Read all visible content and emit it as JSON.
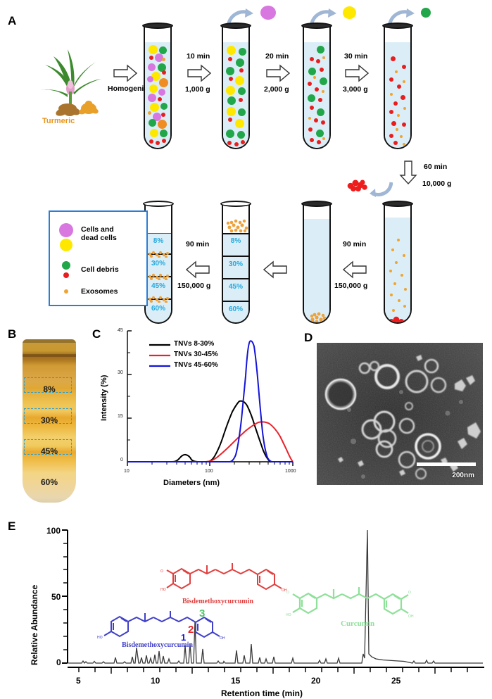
{
  "figure": {
    "panels": [
      "A",
      "B",
      "C",
      "D",
      "E"
    ]
  },
  "panelA": {
    "letter": "A",
    "source_label": "Turmeric",
    "steps": [
      {
        "action": "Homogenize"
      },
      {
        "time": "10 min",
        "force": "1,000 g"
      },
      {
        "time": "20 min",
        "force": "2,000 g"
      },
      {
        "time": "30 min",
        "force": "3,000 g"
      },
      {
        "time": "60 min",
        "force": "10,000 g"
      },
      {
        "time": "90 min",
        "force": "150,000 g"
      },
      {
        "time": "90 min",
        "force": "150,000 g"
      }
    ],
    "gradient_labels": [
      "8%",
      "30%",
      "45%",
      "60%"
    ],
    "legend": {
      "items": [
        {
          "label": "Cells and\ndead cells",
          "line1": "Cells and",
          "line2": "dead cells",
          "colors": [
            "#d977e0",
            "#ffe800"
          ]
        },
        {
          "label": "Cell debris",
          "line1": "Cell debris",
          "line2": "",
          "colors": [
            "#22a64a",
            "#e81d1d"
          ]
        },
        {
          "label": "Exosomes",
          "line1": "Exosomes",
          "line2": "",
          "colors": [
            "#f0a430"
          ]
        }
      ]
    },
    "colors": {
      "cells": "#d977e0",
      "dead_cells": "#ffe800",
      "debris_large": "#22a64a",
      "debris_small": "#e81d1d",
      "exosome": "#f0a430",
      "liquid": "#dbeef7",
      "percent_text": "#23a8dd",
      "legend_border": "#2a7fd4",
      "turmeric_text": "#e8951e"
    }
  },
  "panelB": {
    "letter": "B",
    "fraction_labels": [
      "8%",
      "30%",
      "45%",
      "60%"
    ],
    "selection_color": "#2f9fd0"
  },
  "panelC": {
    "letter": "C",
    "chart_data": {
      "type": "line",
      "title": "",
      "xlabel": "Diameters (nm)",
      "ylabel": "Intensity (%)",
      "xscale": "log",
      "xlim": [
        10,
        1000
      ],
      "ylim": [
        0,
        45
      ],
      "xticks": [
        10,
        100,
        1000
      ],
      "yticks": [
        0,
        15,
        30,
        45
      ],
      "grid": false,
      "legend_position": "top-left",
      "series": [
        {
          "name": "TNVs 8-30%",
          "color": "#000000",
          "peak_nm": 165,
          "peak_intensity": 21,
          "secondary_peak_nm": 45,
          "secondary_peak_intensity": 2.5,
          "x": [
            10,
            25,
            32,
            38,
            45,
            55,
            65,
            75,
            85,
            95,
            110,
            125,
            140,
            155,
            165,
            180,
            195,
            210,
            230,
            250,
            280,
            320,
            400,
            1000
          ],
          "y": [
            0,
            0,
            0.4,
            1.6,
            2.5,
            1.9,
            0.6,
            0.1,
            0.3,
            1.5,
            5.0,
            10.0,
            15.5,
            19.5,
            21.0,
            20.0,
            17.0,
            13.0,
            8.0,
            4.0,
            0.8,
            0.1,
            0,
            0
          ]
        },
        {
          "name": "TNVs 30-45%",
          "color": "#e8222a",
          "peak_nm": 290,
          "peak_intensity": 13.5,
          "x": [
            10,
            90,
            105,
            120,
            140,
            160,
            185,
            210,
            240,
            270,
            290,
            320,
            360,
            410,
            470,
            540,
            620,
            720,
            830,
            1000
          ],
          "y": [
            0,
            0,
            0.5,
            1.3,
            2.8,
            4.5,
            6.6,
            8.6,
            11.0,
            12.9,
            13.5,
            13.2,
            11.8,
            9.6,
            7.0,
            4.5,
            2.4,
            1.0,
            0.2,
            0
          ]
        },
        {
          "name": "TNVs  45-60%",
          "color": "#1414d8",
          "peak_nm": 235,
          "peak_intensity": 41,
          "x": [
            10,
            165,
            180,
            195,
            210,
            222,
            235,
            248,
            262,
            278,
            295,
            315,
            340,
            1000
          ],
          "y": [
            0,
            0,
            1.5,
            10.0,
            28.0,
            38.0,
            41.0,
            39.5,
            32.0,
            18.0,
            6.0,
            1.0,
            0,
            0
          ]
        }
      ]
    }
  },
  "panelD": {
    "letter": "D",
    "scale_bar_label": "200nm",
    "image_description": "negative-stain TEM of turmeric-derived nanovesicles"
  },
  "panelE": {
    "letter": "E",
    "chart_data": {
      "type": "line",
      "title": "",
      "xlabel": "Retention time (min)",
      "ylabel": "Relative Abundance",
      "xlim": [
        2.3,
        27.8
      ],
      "ylim": [
        0,
        100
      ],
      "xticks": [
        5,
        10,
        15,
        20,
        25
      ],
      "yticks": [
        0,
        50,
        100
      ],
      "grid": false,
      "peaks": [
        {
          "rt": 3.2,
          "height": 1.2
        },
        {
          "rt": 3.8,
          "height": 0.8
        },
        {
          "rt": 5.9,
          "height": 1.0
        },
        {
          "rt": 6.4,
          "height": 1.1
        },
        {
          "rt": 7.5,
          "height": 4.0
        },
        {
          "rt": 8.6,
          "height": 1.0
        },
        {
          "rt": 9.7,
          "height": 4.5
        },
        {
          "rt": 10.0,
          "height": 11.5
        },
        {
          "rt": 10.4,
          "height": 4.0
        },
        {
          "rt": 10.9,
          "height": 5.5
        },
        {
          "rt": 11.2,
          "height": 3.5
        },
        {
          "rt": 11.5,
          "height": 6.2
        },
        {
          "rt": 11.75,
          "height": 9.0
        },
        {
          "rt": 12.0,
          "height": 5.0
        },
        {
          "rt": 12.4,
          "height": 3.0
        },
        {
          "rt": 13.1,
          "height": 1.6
        },
        {
          "rt": 13.45,
          "height": 13.0,
          "label": "1",
          "label_color": "#1414d8"
        },
        {
          "rt": 13.75,
          "height": 15.0,
          "label": "2",
          "label_color": "#e8222a"
        },
        {
          "rt": 14.05,
          "height": 31.0,
          "label": "3",
          "label_color": "#4cc46a"
        },
        {
          "rt": 14.9,
          "height": 10.5
        },
        {
          "rt": 15.9,
          "height": 1.6
        },
        {
          "rt": 16.3,
          "height": 1.4
        },
        {
          "rt": 17.1,
          "height": 9.5
        },
        {
          "rt": 17.6,
          "height": 6.0
        },
        {
          "rt": 18.1,
          "height": 14.5
        },
        {
          "rt": 18.6,
          "height": 4.0
        },
        {
          "rt": 19.0,
          "height": 3.0
        },
        {
          "rt": 19.5,
          "height": 4.5
        },
        {
          "rt": 20.7,
          "height": 3.6
        },
        {
          "rt": 22.4,
          "height": 2.0
        },
        {
          "rt": 22.8,
          "height": 3.0
        },
        {
          "rt": 23.6,
          "height": 3.6
        },
        {
          "rt": 24.15,
          "height": 100.0
        },
        {
          "rt": 26.0,
          "height": 2.8
        },
        {
          "rt": 26.9,
          "height": 3.0
        }
      ],
      "annotations": [
        {
          "text": "Bisdemethoxycurcumin",
          "color": "#e0403f",
          "structure": "bisdemethoxycurcumin-red"
        },
        {
          "text": "Bisdemethoxycurcumin",
          "color": "#4040c8",
          "structure": "bisdemethoxycurcumin-blue"
        },
        {
          "text": "Curcumin",
          "color": "#8fe09a",
          "structure": "curcumin-green"
        }
      ],
      "peak_labels": [
        {
          "number": "1",
          "color": "#1414d8"
        },
        {
          "number": "2",
          "color": "#e8222a"
        },
        {
          "number": "3",
          "color": "#4cc46a"
        }
      ]
    }
  }
}
